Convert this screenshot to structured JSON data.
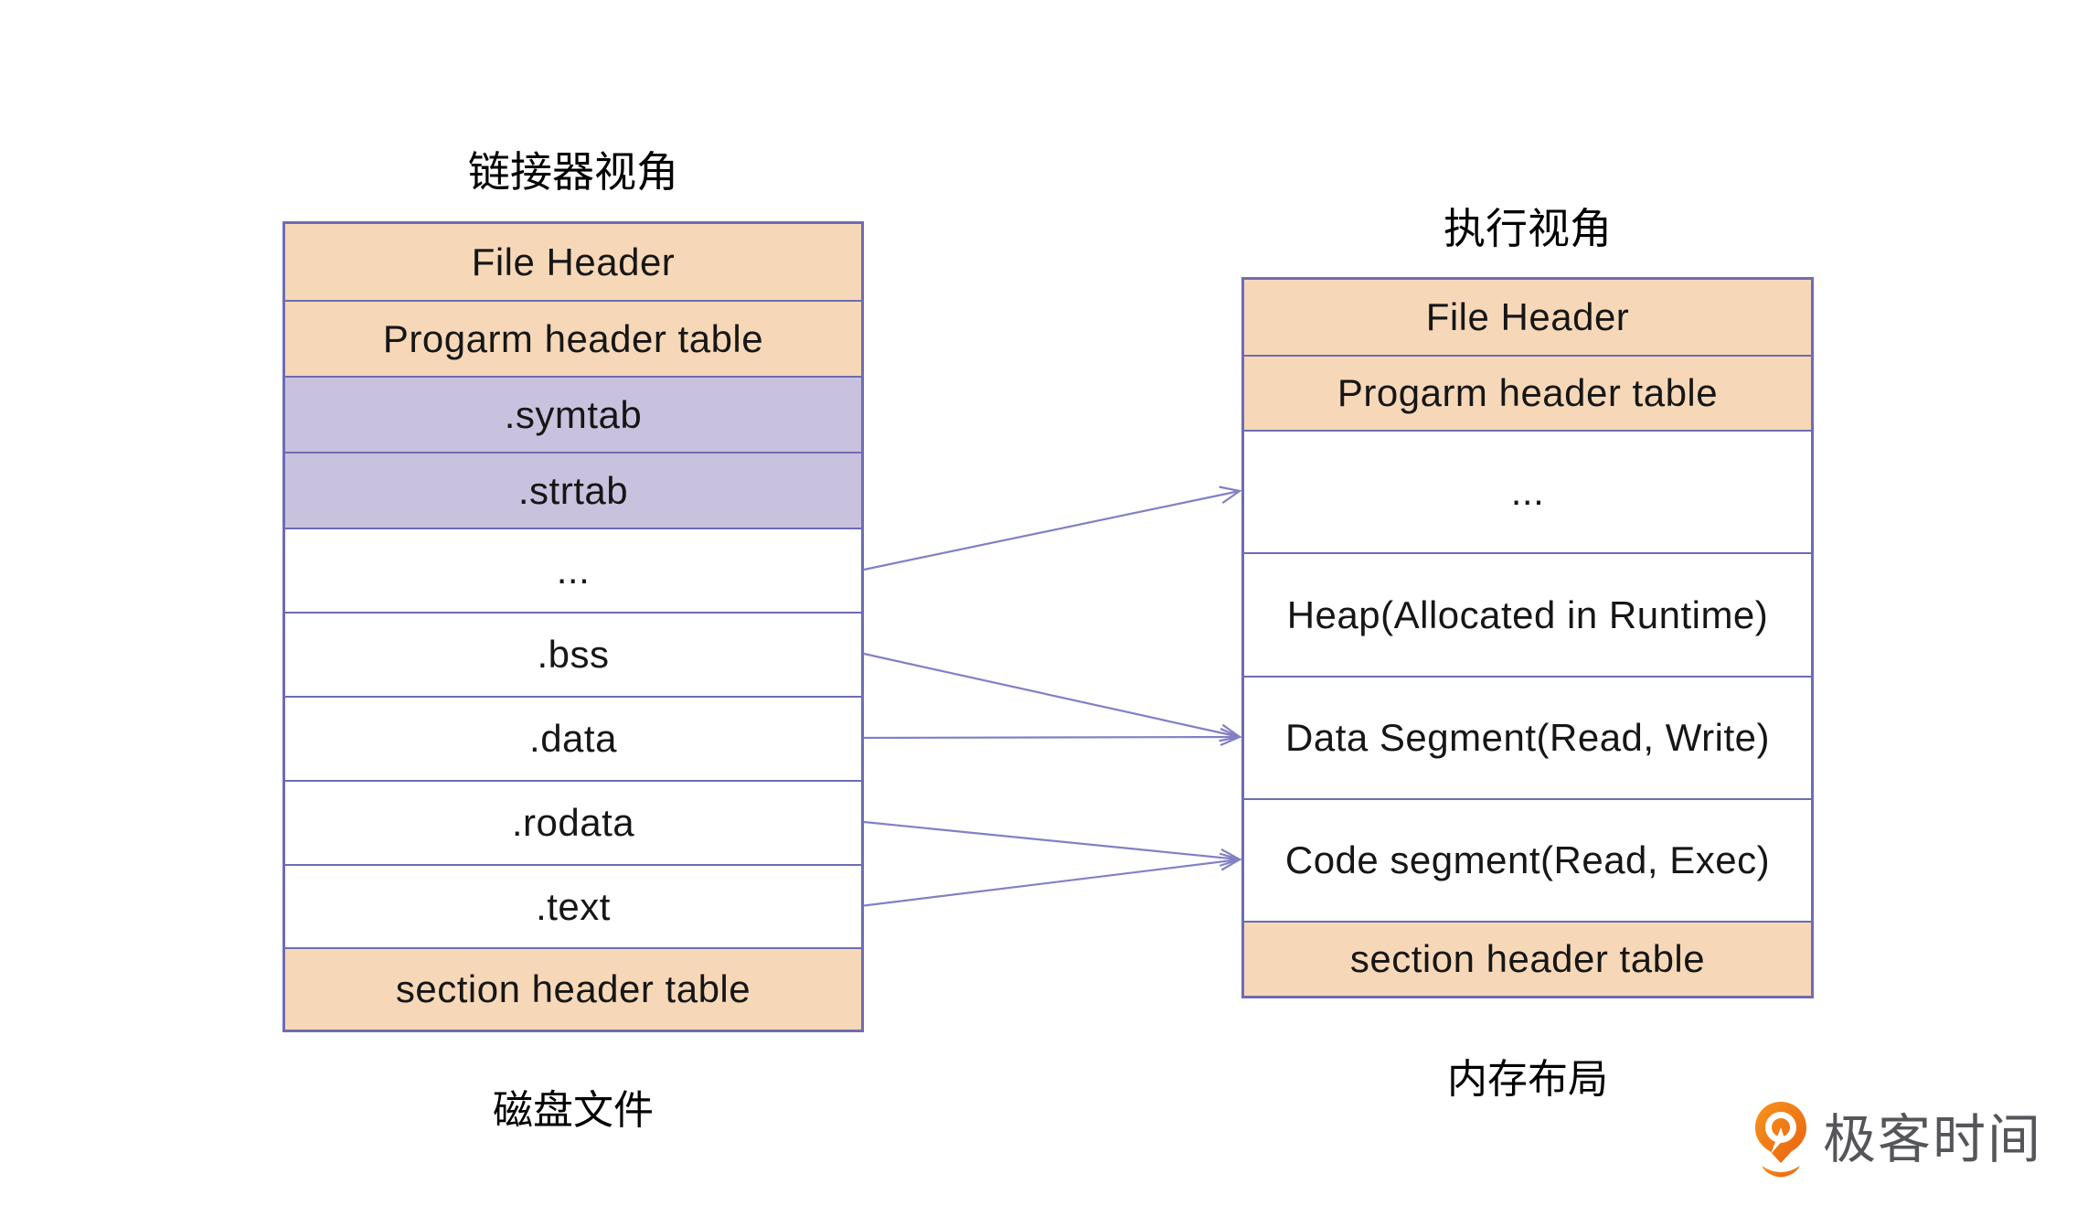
{
  "left_panel": {
    "title": "链接器视角",
    "caption": "磁盘文件",
    "rows": [
      {
        "label": "File Header",
        "type": "orange"
      },
      {
        "label": "Progarm header table",
        "type": "orange"
      },
      {
        "label": ".symtab",
        "type": "purple"
      },
      {
        "label": ".strtab",
        "type": "purple"
      },
      {
        "label": "...",
        "type": "white"
      },
      {
        "label": ".bss",
        "type": "white"
      },
      {
        "label": ".data",
        "type": "white"
      },
      {
        "label": ".rodata",
        "type": "white"
      },
      {
        "label": ".text",
        "type": "white"
      },
      {
        "label": "section header table",
        "type": "orange"
      }
    ]
  },
  "right_panel": {
    "title": "执行视角",
    "caption": "内存布局",
    "rows": [
      {
        "label": "File Header",
        "type": "orange"
      },
      {
        "label": "Progarm header table",
        "type": "orange"
      },
      {
        "label": "...",
        "type": "white"
      },
      {
        "label": "Heap(Allocated in Runtime)",
        "type": "white"
      },
      {
        "label": "Data Segment(Read, Write)",
        "type": "white"
      },
      {
        "label": "Code segment(Read, Exec)",
        "type": "white"
      },
      {
        "label": "section header table",
        "type": "orange"
      }
    ]
  },
  "arrows": [
    {
      "from": "...",
      "to": "..."
    },
    {
      "from": ".bss",
      "to": "Data Segment(Read, Write)"
    },
    {
      "from": ".data",
      "to": "Data Segment(Read, Write)"
    },
    {
      "from": ".rodata",
      "to": "Code segment(Read, Exec)"
    },
    {
      "from": ".text",
      "to": "Code segment(Read, Exec)"
    }
  ],
  "logo": {
    "text": "极客时间",
    "icon": "geektime-q-icon"
  },
  "colors": {
    "header_fill": "#f6d8b8",
    "symbol_fill": "#c9c2de",
    "border": "#6e6cb2",
    "arrow": "#8280c4",
    "logo_orange": "#ee7722",
    "logo_text": "#55565a"
  }
}
